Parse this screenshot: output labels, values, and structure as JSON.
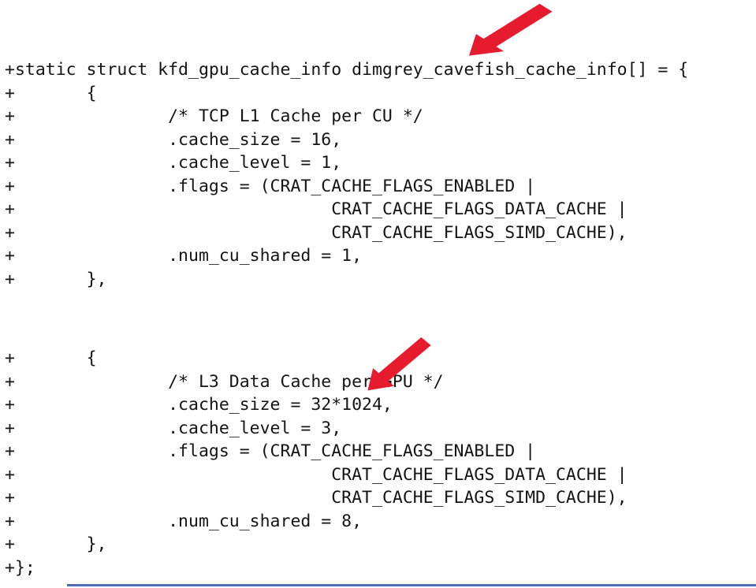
{
  "code": {
    "language": "c-diff",
    "block1_lines": [
      "+static struct kfd_gpu_cache_info dimgrey_cavefish_cache_info[] = {",
      "+\t{",
      "+\t\t/* TCP L1 Cache per CU */",
      "+\t\t.cache_size = 16,",
      "+\t\t.cache_level = 1,",
      "+\t\t.flags = (CRAT_CACHE_FLAGS_ENABLED |",
      "+\t\t\t\tCRAT_CACHE_FLAGS_DATA_CACHE |",
      "+\t\t\t\tCRAT_CACHE_FLAGS_SIMD_CACHE),",
      "+\t\t.num_cu_shared = 1,",
      "+\t},"
    ],
    "block2_lines": [
      "+\t{",
      "+\t\t/* L3 Data Cache per GPU */",
      "+\t\t.cache_size = 32*1024,",
      "+\t\t.cache_level = 3,",
      "+\t\t.flags = (CRAT_CACHE_FLAGS_ENABLED |",
      "+\t\t\t\tCRAT_CACHE_FLAGS_DATA_CACHE |",
      "+\t\t\t\tCRAT_CACHE_FLAGS_SIMD_CACHE),",
      "+\t\t.num_cu_shared = 8,",
      "+\t},",
      "+};"
    ]
  },
  "annotations": {
    "arrow1_target": "dimgrey_cavefish identifier",
    "arrow2_target": "L3 Data Cache per GPU comment"
  },
  "colors": {
    "arrow_red": "#e61b2e",
    "code_text": "#141414",
    "bottom_line_blue": "#4f6cb8",
    "background": "#ffffff"
  }
}
